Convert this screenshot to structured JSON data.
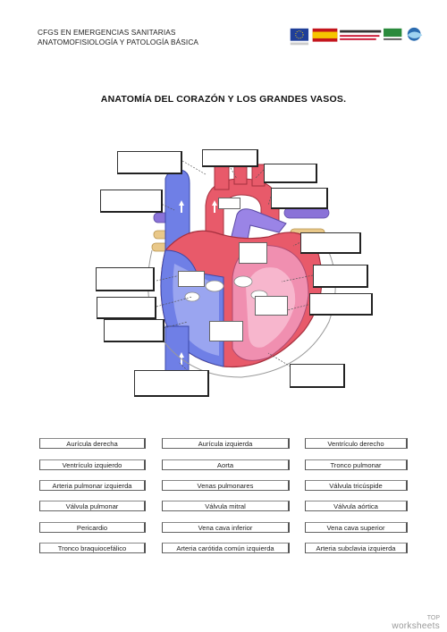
{
  "header": {
    "course": "CFGS EN EMERGENCIAS SANITARIAS",
    "module": "ANATOMOFISIOLOGÍA Y PATOLOGÍA BÁSICA"
  },
  "title": "ANATOMÍA DEL CORAZÓN Y LOS GRANDES VASOS.",
  "word_bank": [
    [
      "Aurícula derecha",
      "Aurícula izquierda",
      "Ventrículo derecho"
    ],
    [
      "Ventrículo izquierdo",
      "Aorta",
      "Tronco pulmonar"
    ],
    [
      "Arteria pulmonar izquierda",
      "Venas pulmonares",
      "Válvula tricúspide"
    ],
    [
      "Válvula pulmonar",
      "Válvula mitral",
      "Válvula aórtica"
    ],
    [
      "Pericardio",
      "Vena cava inferior",
      "Vena cava superior"
    ],
    [
      "Tronco braquiocefálico",
      "Arteria carótida común izquierda",
      "Arteria subclavia izquierda"
    ]
  ],
  "footer": {
    "line1": "TOP",
    "line2": "worksheets"
  },
  "colors": {
    "vein_blue": "#6f7fe6",
    "artery_red": "#e85a6a",
    "muscle_pink": "#f08fb0",
    "vessel_tan": "#e9c889"
  }
}
